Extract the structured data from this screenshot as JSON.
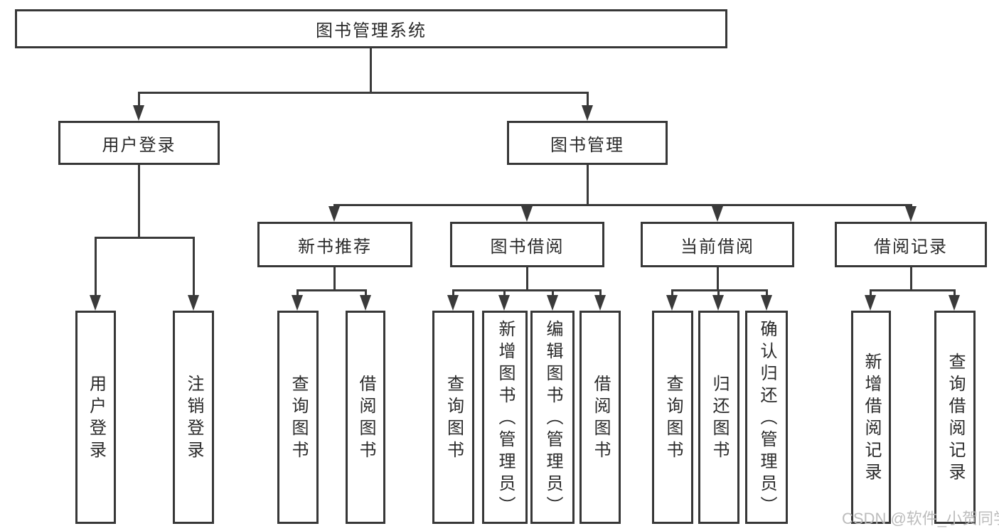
{
  "diagram": {
    "root": {
      "label": "图书管理系统",
      "children": [
        {
          "label": "用户登录",
          "children": [
            {
              "label": "用户登录"
            },
            {
              "label": "注销登录"
            }
          ]
        },
        {
          "label": "图书管理",
          "children": [
            {
              "label": "新书推荐",
              "children": [
                {
                  "label": "查询图书"
                },
                {
                  "label": "借阅图书"
                }
              ]
            },
            {
              "label": "图书借阅",
              "children": [
                {
                  "label": "查询图书"
                },
                {
                  "label": "新增图书（管理员）"
                },
                {
                  "label": "编辑图书（管理员）"
                },
                {
                  "label": "借阅图书"
                }
              ]
            },
            {
              "label": "当前借阅",
              "children": [
                {
                  "label": "查询图书"
                },
                {
                  "label": "归还图书"
                },
                {
                  "label": "确认归还（管理员）"
                }
              ]
            },
            {
              "label": "借阅记录",
              "children": [
                {
                  "label": "新增借阅记录"
                },
                {
                  "label": "查询借阅记录"
                }
              ]
            }
          ]
        }
      ]
    },
    "colors": {
      "line": "#3a3a3a",
      "box_border": "#373737",
      "text": "#2a2a2a",
      "watermark": "#b9b9b9",
      "background": "#ffffff"
    }
  },
  "watermark": {
    "text": "CSDN @软件_小贺同学"
  }
}
